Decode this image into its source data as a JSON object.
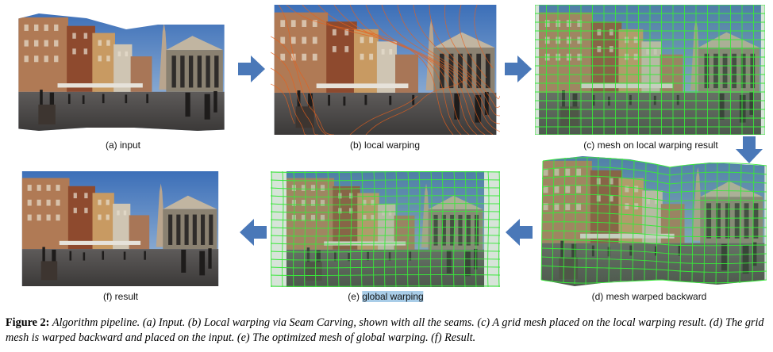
{
  "panels": {
    "a": {
      "label": "(a) input"
    },
    "b": {
      "label": "(b) local warping"
    },
    "c": {
      "label": "(c) mesh on local warping result"
    },
    "d": {
      "label": "(d) mesh warped backward"
    },
    "e": {
      "label_prefix": "(e) ",
      "label_highlight": "global warping"
    },
    "f": {
      "label": "(f) result"
    }
  },
  "caption": {
    "heading": "Figure 2:",
    "body": "Algorithm pipeline. (a) Input. (b) Local warping via Seam Carving, shown with all the seams. (c) A grid mesh placed on the local warping result. (d) The grid mesh is warped backward and placed on the input. (e) The optimized mesh of global warping. (f) Result."
  },
  "colors": {
    "arrow": "#4a78b8",
    "mesh": "#39e83a",
    "seam": "#e8601c",
    "highlight": "#a9cde8"
  }
}
